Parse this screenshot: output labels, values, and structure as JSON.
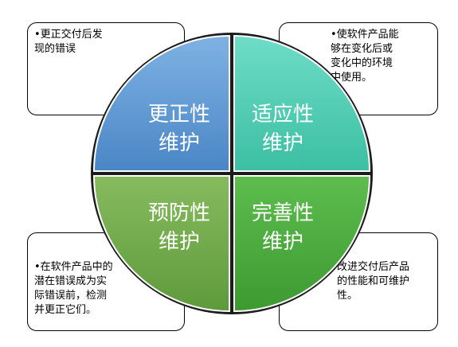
{
  "quadrants": {
    "top_left": {
      "line1": "更正性",
      "line2": "维护"
    },
    "top_right": {
      "line1": "适应性",
      "line2": "维护"
    },
    "bottom_left": {
      "line1": "预防性",
      "line2": "维护"
    },
    "bottom_right": {
      "line1": "完善性",
      "line2": "维护"
    }
  },
  "notes": {
    "top_left": [
      "•更正交付后发",
      "现的错误"
    ],
    "top_right": [
      "•使软件产品能",
      "够在变化后或",
      "变化中的环境",
      "中使用。"
    ],
    "bottom_left": [
      "•在软件产品中的",
      "潜在错误成为实",
      "际错误前，检测",
      "并更正它们。"
    ],
    "bottom_right": [
      "改进交付后产品",
      "的性能和可维护",
      "性。"
    ]
  },
  "colors": {
    "top_left": "#5b9bd5",
    "top_right": "#4fcfb5",
    "bottom_left": "#6fa84a",
    "bottom_right": "#4aae3e"
  }
}
